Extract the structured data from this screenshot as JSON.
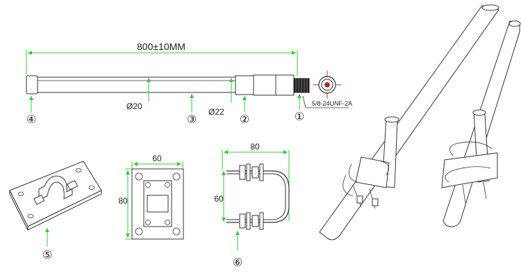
{
  "labels": {
    "overall_length": "800±10MM",
    "dia_body": "Ø20",
    "dia_base": "Ø22",
    "connector_thread": "5/8-24UNF-2A",
    "plate_width": "60",
    "plate_height": "80",
    "ubolt_width": "80",
    "ubolt_height": "60"
  },
  "callouts": [
    "①",
    "②",
    "③",
    "④",
    "⑤",
    "⑥"
  ],
  "colors": {
    "dimension_line": "#33cc33",
    "outline": "#333333",
    "crosshair": "#e02020"
  }
}
